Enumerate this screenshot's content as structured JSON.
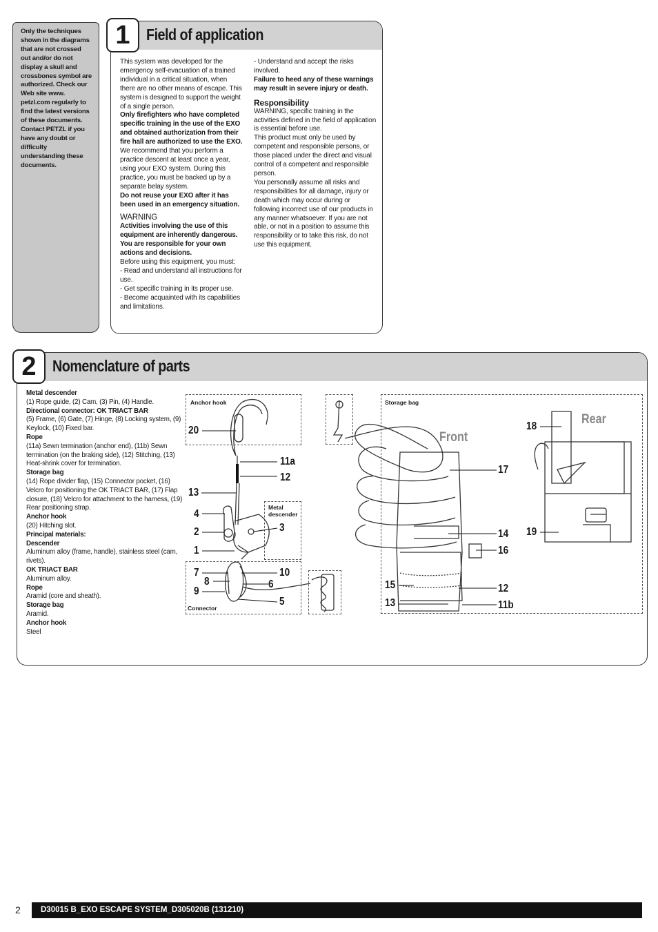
{
  "sidebar_note": "Only the techniques shown in the diagrams that are not crossed out and/or do not display a skull and crossbones symbol are authorized. Check our Web site www. petzl.com regularly to find the latest versions of these documents. Contact PETZL if you have any doubt or difficulty understanding these documents.",
  "section1": {
    "number": "1",
    "title": "Field of application",
    "left": {
      "p1": "This system was developed for the emergency self-evacuation of a trained individual in a critical situation, when there are no other means of escape. This system is designed to support the weight of a single person.",
      "p2_bold": "Only firefighters who have completed specific training in the use of the EXO and obtained authorization from their fire hall are authorized to use the EXO.",
      "p3": "We recommend that you perform a practice descent at least once a year, using your EXO system. During this practice, you must be backed up by a separate belay system.",
      "p4_bold": "Do not reuse your EXO after it has been used in an emergency situation.",
      "warning_heading": "WARNING",
      "warning_bold": "Activities involving the use of this equipment are inherently dangerous. You are responsible for your own actions and decisions.",
      "before": "Before using this equipment, you must:",
      "b1": "- Read and understand all instructions for use.",
      "b2": "- Get specific training in its proper use.",
      "b3": "- Become acquainted with its capabilities and limitations."
    },
    "right": {
      "b4": "- Understand and accept the risks involved.",
      "fail_bold": "Failure to heed any of these warnings may result in severe injury or death.",
      "resp_heading": "Responsibility",
      "resp1": "WARNING, specific training in the activities defined in the field of application is essential before use.",
      "resp2": "This product must only be used by competent and responsible persons, or those placed under the direct and visual control of a competent and responsible person.",
      "resp3": "You personally assume all risks and responsibilities for all damage, injury or death which may occur during or following incorrect use of our products in any manner whatsoever. If you are not able, or not in a position to assume this responsibility or to take this risk, do not use this equipment."
    }
  },
  "section2": {
    "number": "2",
    "title": "Nomenclature of parts",
    "list": [
      {
        "t": "Metal descender",
        "bold": true
      },
      {
        "t": "(1) Rope guide, (2) Cam, (3) Pin, (4) Handle.",
        "bold": false
      },
      {
        "t": "Directional connector: OK TRIACT BAR",
        "bold": true
      },
      {
        "t": "(5) Frame, (6) Gate, (7) Hinge, (8) Locking system, (9) Keylock, (10) Fixed bar.",
        "bold": false
      },
      {
        "t": "Rope",
        "bold": true
      },
      {
        "t": "(11a) Sewn termination (anchor end), (11b) Sewn termination (on the braking side), (12) Stitching, (13) Heat-shrink cover for termination.",
        "bold": false
      },
      {
        "t": "Storage bag",
        "bold": true
      },
      {
        "t": "(14) Rope divider flap, (15) Connector pocket, (16) Velcro for positioning the OK TRIACT BAR, (17) Flap closure, (18) Velcro for attachment to the harness, (19) Rear positioning strap.",
        "bold": false
      },
      {
        "t": "Anchor hook",
        "bold": true
      },
      {
        "t": "(20) Hitching slot.",
        "bold": false
      },
      {
        "t": "Principal materials:",
        "bold": true
      },
      {
        "t": "Descender",
        "bold": true
      },
      {
        "t": "Aluminum alloy (frame, handle), stainless steel (cam, rivets).",
        "bold": false
      },
      {
        "t": "OK TRIACT BAR",
        "bold": true
      },
      {
        "t": "Aluminum alloy.",
        "bold": false
      },
      {
        "t": "Rope",
        "bold": true
      },
      {
        "t": "Aramid (core and sheath).",
        "bold": false
      },
      {
        "t": "Storage bag",
        "bold": true
      },
      {
        "t": "Aramid.",
        "bold": false
      },
      {
        "t": "Anchor hook",
        "bold": true
      },
      {
        "t": "Steel",
        "bold": false
      }
    ],
    "diagram": {
      "anchor_hook_label": "Anchor hook",
      "metal_descender_label": "Metal\ndescender",
      "connector_label": "Connector",
      "storage_bag_label": "Storage bag",
      "front_label": "Front",
      "rear_label": "Rear",
      "callouts": {
        "c20": "20",
        "c11a": "11a",
        "c12a": "12",
        "c13a": "13",
        "c4": "4",
        "c2": "2",
        "c3": "3",
        "c1": "1",
        "c7": "7",
        "c8": "8",
        "c9": "9",
        "c10": "10",
        "c6": "6",
        "c5": "5",
        "c17": "17",
        "c14": "14",
        "c16": "16",
        "c15": "15",
        "c13b": "13",
        "c12b": "12",
        "c11b": "11b",
        "c18": "18",
        "c19": "19"
      }
    }
  },
  "footer": {
    "page_number": "2",
    "doc_ref": "D30015 B_EXO ESCAPE SYSTEM_D305020B (131210)"
  }
}
